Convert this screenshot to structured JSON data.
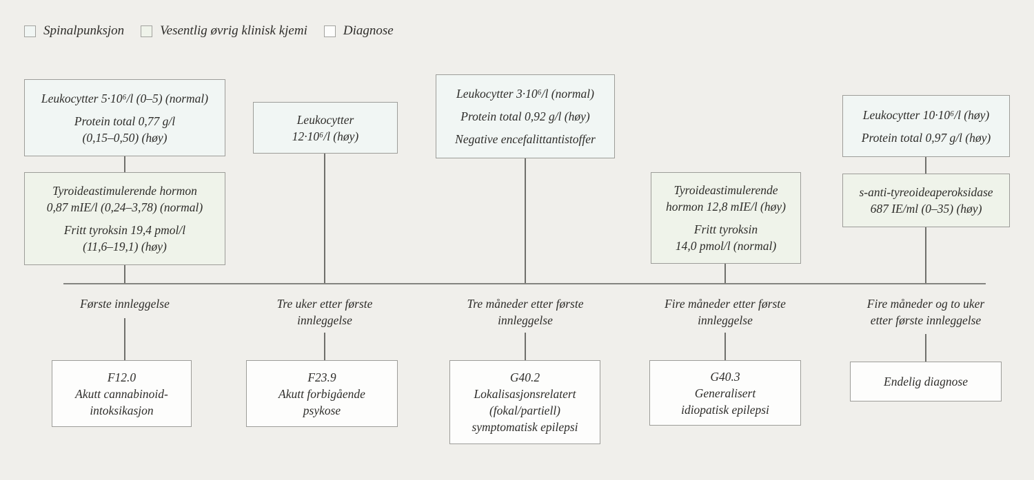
{
  "colors": {
    "background": "#f0efeb",
    "spinalpunksjon_fill": "#f1f6f4",
    "klinisk_kjemi_fill": "#eff3ea",
    "diagnose_fill": "#fdfdfc",
    "box_border": "#9c9c98",
    "line": "#6f6f6b",
    "text": "#2e2d2a"
  },
  "legend": {
    "items": [
      {
        "label": "Spinalpunksjon",
        "color": "#f1f6f4"
      },
      {
        "label": "Vesentlig øvrig klinisk kjemi",
        "color": "#eff3ea"
      },
      {
        "label": "Diagnose",
        "color": "#fdfdfc"
      }
    ]
  },
  "columns": [
    {
      "time_label": [
        "Første innleggelse"
      ],
      "boxes": [
        {
          "category": "spinalpunksjon",
          "paragraphs": [
            [
              "Leukocytter 5·10⁶/l (0–5) (normal)"
            ],
            [
              "Protein total 0,77 g/l",
              "(0,15–0,50) (høy)"
            ]
          ]
        },
        {
          "category": "klinisk_kjemi",
          "paragraphs": [
            [
              "Tyroideastimulerende hormon",
              "0,87 mIE/l (0,24–3,78) (normal)"
            ],
            [
              "Fritt tyroksin 19,4 pmol/l",
              "(11,6–19,1) (høy)"
            ]
          ]
        }
      ],
      "diagnosis": [
        "F12.0",
        "Akutt cannabinoid-",
        "intoksikasjon"
      ]
    },
    {
      "time_label": [
        "Tre uker etter første",
        "innleggelse"
      ],
      "boxes": [
        {
          "category": "spinalpunksjon",
          "paragraphs": [
            [
              "Leukocytter",
              "12·10⁶/l (høy)"
            ]
          ]
        }
      ],
      "diagnosis": [
        "F23.9",
        "Akutt forbigående",
        "psykose"
      ]
    },
    {
      "time_label": [
        "Tre måneder etter første",
        "innleggelse"
      ],
      "boxes": [
        {
          "category": "spinalpunksjon",
          "paragraphs": [
            [
              "Leukocytter 3·10⁶/l (normal)"
            ],
            [
              "Protein total 0,92 g/l (høy)"
            ],
            [
              "Negative encefalittantistoffer"
            ]
          ]
        }
      ],
      "diagnosis": [
        "G40.2",
        "Lokalisasjonsrelatert",
        "(fokal/partiell)",
        "symptomatisk epilepsi"
      ]
    },
    {
      "time_label": [
        "Fire måneder etter første",
        "innleggelse"
      ],
      "boxes": [
        {
          "category": "klinisk_kjemi",
          "paragraphs": [
            [
              "Tyroideastimulerende",
              "hormon 12,8 mIE/l (høy)"
            ],
            [
              "Fritt tyroksin",
              "14,0 pmol/l (normal)"
            ]
          ]
        }
      ],
      "diagnosis": [
        "G40.3",
        "Generalisert",
        "idiopatisk epilepsi"
      ]
    },
    {
      "time_label": [
        "Fire måneder og to uker",
        "etter første innleggelse"
      ],
      "boxes": [
        {
          "category": "spinalpunksjon",
          "paragraphs": [
            [
              "Leukocytter 10·10⁶/l (høy)"
            ],
            [
              "Protein total 0,97 g/l (høy)"
            ]
          ]
        },
        {
          "category": "klinisk_kjemi",
          "paragraphs": [
            [
              "s-anti-tyreoideaperoksidase",
              "687 IE/ml (0–35) (høy)"
            ]
          ]
        }
      ],
      "diagnosis": [
        "Endelig diagnose"
      ]
    }
  ]
}
